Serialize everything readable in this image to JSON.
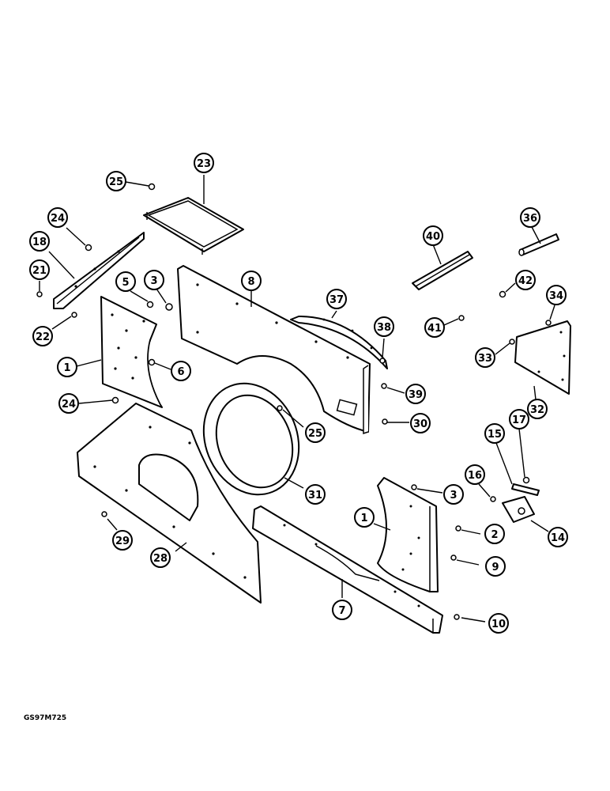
{
  "drawing_code": "GS97M725",
  "callouts": [
    {
      "id": "c25a",
      "label": "25"
    },
    {
      "id": "c23",
      "label": "23"
    },
    {
      "id": "c24a",
      "label": "24"
    },
    {
      "id": "c18",
      "label": "18"
    },
    {
      "id": "c21",
      "label": "21"
    },
    {
      "id": "c22",
      "label": "22"
    },
    {
      "id": "c5",
      "label": "5"
    },
    {
      "id": "c3a",
      "label": "3"
    },
    {
      "id": "c8",
      "label": "8"
    },
    {
      "id": "c37",
      "label": "37"
    },
    {
      "id": "c40",
      "label": "40"
    },
    {
      "id": "c36",
      "label": "36"
    },
    {
      "id": "c42",
      "label": "42"
    },
    {
      "id": "c34",
      "label": "34"
    },
    {
      "id": "c38",
      "label": "38"
    },
    {
      "id": "c41",
      "label": "41"
    },
    {
      "id": "c1a",
      "label": "1"
    },
    {
      "id": "c6",
      "label": "6"
    },
    {
      "id": "c33",
      "label": "33"
    },
    {
      "id": "c39",
      "label": "39"
    },
    {
      "id": "c24b",
      "label": "24"
    },
    {
      "id": "c25b",
      "label": "25"
    },
    {
      "id": "c30",
      "label": "30"
    },
    {
      "id": "c32",
      "label": "32"
    },
    {
      "id": "c15",
      "label": "15"
    },
    {
      "id": "c17",
      "label": "17"
    },
    {
      "id": "c31",
      "label": "31"
    },
    {
      "id": "c3b",
      "label": "3"
    },
    {
      "id": "c16",
      "label": "16"
    },
    {
      "id": "c1b",
      "label": "1"
    },
    {
      "id": "c2",
      "label": "2"
    },
    {
      "id": "c14",
      "label": "14"
    },
    {
      "id": "c29",
      "label": "29"
    },
    {
      "id": "c28",
      "label": "28"
    },
    {
      "id": "c9",
      "label": "9"
    },
    {
      "id": "c7",
      "label": "7"
    },
    {
      "id": "c10",
      "label": "10"
    }
  ]
}
